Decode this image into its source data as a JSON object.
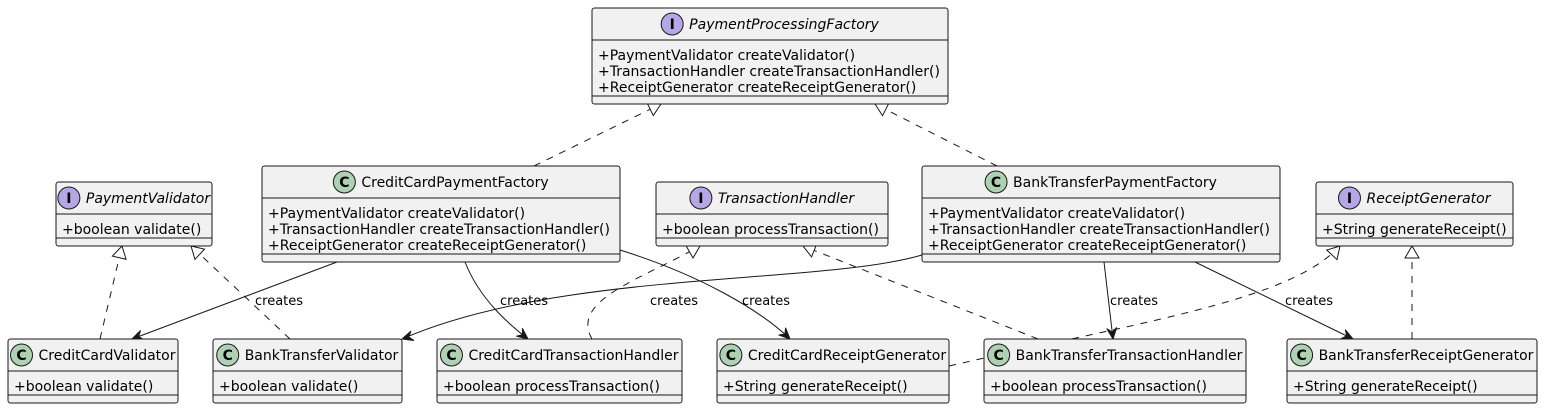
{
  "diagram": {
    "nodes": [
      {
        "id": "PaymentProcessingFactory",
        "kind": "interface",
        "badge": "I",
        "badge_color": "#b4a7e5",
        "name": "PaymentProcessingFactory",
        "members": [
          "+PaymentValidator createValidator()",
          "+TransactionHandler createTransactionHandler()",
          "+ReceiptGenerator createReceiptGenerator()"
        ]
      },
      {
        "id": "PaymentValidator",
        "kind": "interface",
        "badge": "I",
        "badge_color": "#b4a7e5",
        "name": "PaymentValidator",
        "members": [
          "+boolean validate()"
        ]
      },
      {
        "id": "CreditCardPaymentFactory",
        "kind": "class",
        "badge": "C",
        "badge_color": "#add1b2",
        "name": "CreditCardPaymentFactory",
        "members": [
          "+PaymentValidator createValidator()",
          "+TransactionHandler createTransactionHandler()",
          "+ReceiptGenerator createReceiptGenerator()"
        ]
      },
      {
        "id": "TransactionHandler",
        "kind": "interface",
        "badge": "I",
        "badge_color": "#b4a7e5",
        "name": "TransactionHandler",
        "members": [
          "+boolean processTransaction()"
        ]
      },
      {
        "id": "BankTransferPaymentFactory",
        "kind": "class",
        "badge": "C",
        "badge_color": "#add1b2",
        "name": "BankTransferPaymentFactory",
        "members": [
          "+PaymentValidator createValidator()",
          "+TransactionHandler createTransactionHandler()",
          "+ReceiptGenerator createReceiptGenerator()"
        ]
      },
      {
        "id": "ReceiptGenerator",
        "kind": "interface",
        "badge": "I",
        "badge_color": "#b4a7e5",
        "name": "ReceiptGenerator",
        "members": [
          "+String generateReceipt()"
        ]
      },
      {
        "id": "CreditCardValidator",
        "kind": "class",
        "badge": "C",
        "badge_color": "#add1b2",
        "name": "CreditCardValidator",
        "members": [
          "+boolean validate()"
        ]
      },
      {
        "id": "BankTransferValidator",
        "kind": "class",
        "badge": "C",
        "badge_color": "#add1b2",
        "name": "BankTransferValidator",
        "members": [
          "+boolean validate()"
        ]
      },
      {
        "id": "CreditCardTransactionHandler",
        "kind": "class",
        "badge": "C",
        "badge_color": "#add1b2",
        "name": "CreditCardTransactionHandler",
        "members": [
          "+boolean processTransaction()"
        ]
      },
      {
        "id": "CreditCardReceiptGenerator",
        "kind": "class",
        "badge": "C",
        "badge_color": "#add1b2",
        "name": "CreditCardReceiptGenerator",
        "members": [
          "+String generateReceipt()"
        ]
      },
      {
        "id": "BankTransferTransactionHandler",
        "kind": "class",
        "badge": "C",
        "badge_color": "#add1b2",
        "name": "BankTransferTransactionHandler",
        "members": [
          "+boolean processTransaction()"
        ]
      },
      {
        "id": "BankTransferReceiptGenerator",
        "kind": "class",
        "badge": "C",
        "badge_color": "#add1b2",
        "name": "BankTransferReceiptGenerator",
        "members": [
          "+String generateReceipt()"
        ]
      }
    ],
    "edges": [
      {
        "type": "realization",
        "from": "CreditCardPaymentFactory",
        "to": "PaymentProcessingFactory",
        "label": ""
      },
      {
        "type": "realization",
        "from": "BankTransferPaymentFactory",
        "to": "PaymentProcessingFactory",
        "label": ""
      },
      {
        "type": "realization",
        "from": "CreditCardValidator",
        "to": "PaymentValidator",
        "label": ""
      },
      {
        "type": "realization",
        "from": "BankTransferValidator",
        "to": "PaymentValidator",
        "label": ""
      },
      {
        "type": "realization",
        "from": "CreditCardTransactionHandler",
        "to": "TransactionHandler",
        "label": ""
      },
      {
        "type": "realization",
        "from": "BankTransferTransactionHandler",
        "to": "TransactionHandler",
        "label": ""
      },
      {
        "type": "realization",
        "from": "CreditCardReceiptGenerator",
        "to": "ReceiptGenerator",
        "label": ""
      },
      {
        "type": "realization",
        "from": "BankTransferReceiptGenerator",
        "to": "ReceiptGenerator",
        "label": ""
      },
      {
        "type": "association",
        "from": "CreditCardPaymentFactory",
        "to": "CreditCardValidator",
        "label": "creates"
      },
      {
        "type": "association",
        "from": "CreditCardPaymentFactory",
        "to": "CreditCardTransactionHandler",
        "label": "creates"
      },
      {
        "type": "association",
        "from": "CreditCardPaymentFactory",
        "to": "CreditCardReceiptGenerator",
        "label": "creates"
      },
      {
        "type": "association",
        "from": "BankTransferPaymentFactory",
        "to": "BankTransferValidator",
        "label": "creates"
      },
      {
        "type": "association",
        "from": "BankTransferPaymentFactory",
        "to": "BankTransferTransactionHandler",
        "label": "creates"
      },
      {
        "type": "association",
        "from": "BankTransferPaymentFactory",
        "to": "BankTransferReceiptGenerator",
        "label": "creates"
      }
    ]
  }
}
